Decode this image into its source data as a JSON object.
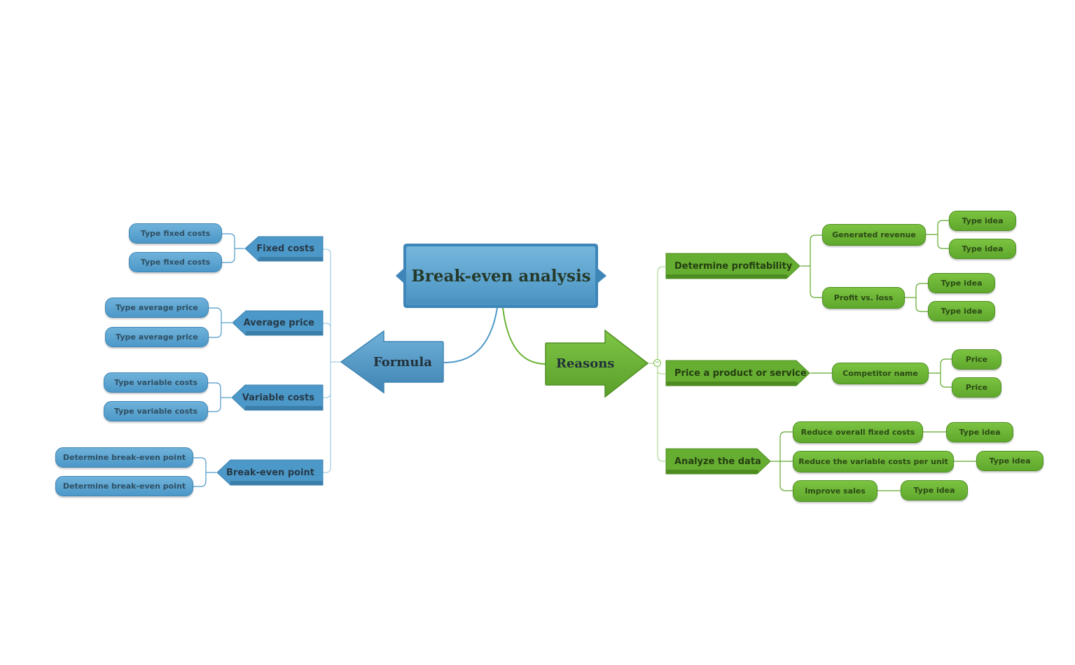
{
  "central": {
    "title": "Break-even analysis"
  },
  "formula": {
    "label": "Formula",
    "items": [
      {
        "label": "Fixed costs",
        "children": [
          "Type fixed costs",
          "Type fixed costs"
        ]
      },
      {
        "label": "Average price",
        "children": [
          "Type average price",
          "Type average price"
        ]
      },
      {
        "label": "Variable costs",
        "children": [
          "Type variable costs",
          "Type variable costs"
        ]
      },
      {
        "label": "Break-even point",
        "children": [
          "Determine break-even point",
          "Determine break-even point"
        ]
      }
    ]
  },
  "reasons": {
    "label": "Reasons",
    "collapse_symbol": "−",
    "items": [
      {
        "label": "Determine profitability",
        "children": [
          {
            "label": "Generated revenue",
            "children": [
              "Type idea",
              "Type idea"
            ]
          },
          {
            "label": "Profit vs. loss",
            "children": [
              "Type idea",
              "Type idea"
            ]
          }
        ]
      },
      {
        "label": "Price a product or service",
        "children": [
          {
            "label": "Competitor name",
            "children": [
              "Price",
              "Price"
            ]
          }
        ]
      },
      {
        "label": "Analyze the data",
        "children": [
          {
            "label": "Reduce overall fixed costs",
            "children": [
              "Type idea"
            ]
          },
          {
            "label": "Reduce the variable costs per unit",
            "children": [
              "Type idea"
            ]
          },
          {
            "label": "Improve sales",
            "children": [
              "Type idea"
            ]
          }
        ]
      }
    ]
  },
  "colors": {
    "blue": "#4c98c8",
    "green": "#5ea82c"
  }
}
